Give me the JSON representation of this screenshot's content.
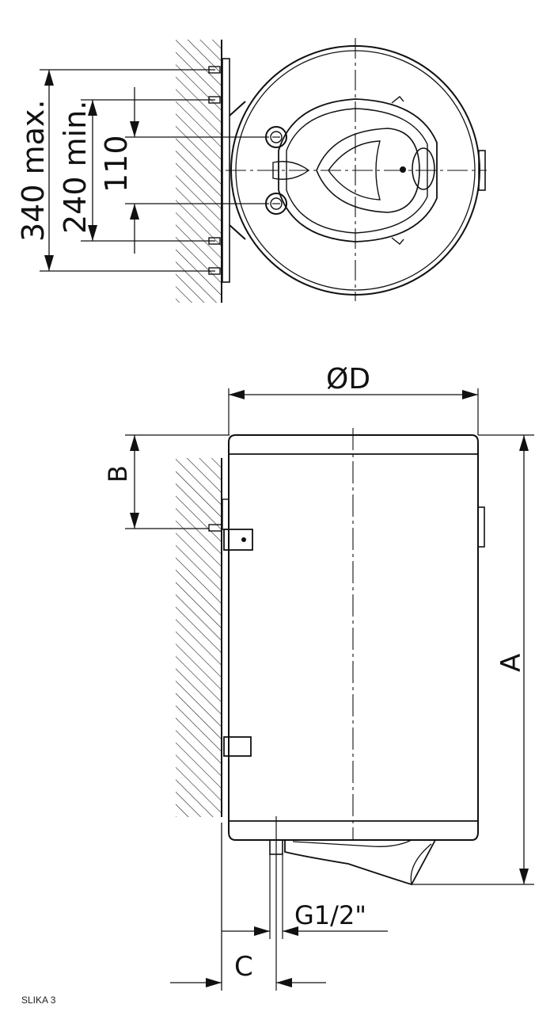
{
  "top_view": {
    "dim_outer": "340 max.",
    "dim_middle": "240 min.",
    "dim_inner": "110"
  },
  "side_view": {
    "diameter_label": "ØD",
    "height_label": "A",
    "bracket_label": "B",
    "wall_offset_label": "C",
    "pipe_label": "G1/2\""
  },
  "caption": "SLIKA 3"
}
